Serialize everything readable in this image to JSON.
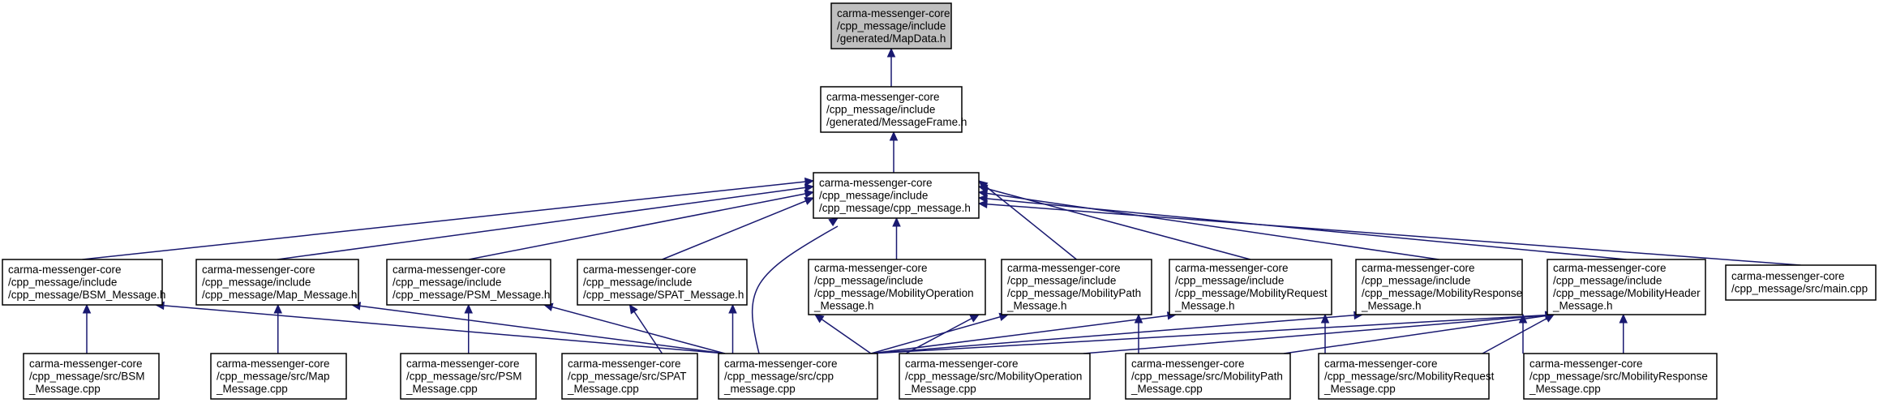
{
  "colors": {
    "edge": "#191970",
    "root_fill": "#bfbfbf",
    "node_fill": "#ffffff",
    "border": "#000000"
  },
  "nodes": [
    {
      "id": "mapdata",
      "name": "node-mapdata-h",
      "root": true,
      "lines": [
        "carma-messenger-core",
        "/cpp_message/include",
        "/generated/MapData.h"
      ]
    },
    {
      "id": "messageframe",
      "name": "node-messageframe-h",
      "lines": [
        "carma-messenger-core",
        "/cpp_message/include",
        "/generated/MessageFrame.h"
      ]
    },
    {
      "id": "cpp_message_h",
      "name": "node-cpp-message-h",
      "lines": [
        "carma-messenger-core",
        "/cpp_message/include",
        "/cpp_message/cpp_message.h"
      ]
    },
    {
      "id": "bsm_h",
      "name": "node-bsm-message-h",
      "lines": [
        "carma-messenger-core",
        "/cpp_message/include",
        "/cpp_message/BSM_Message.h"
      ]
    },
    {
      "id": "map_h",
      "name": "node-map-message-h",
      "lines": [
        "carma-messenger-core",
        "/cpp_message/include",
        "/cpp_message/Map_Message.h"
      ]
    },
    {
      "id": "psm_h",
      "name": "node-psm-message-h",
      "lines": [
        "carma-messenger-core",
        "/cpp_message/include",
        "/cpp_message/PSM_Message.h"
      ]
    },
    {
      "id": "spat_h",
      "name": "node-spat-message-h",
      "lines": [
        "carma-messenger-core",
        "/cpp_message/include",
        "/cpp_message/SPAT_Message.h"
      ]
    },
    {
      "id": "mobop_h",
      "name": "node-mobility-operation-message-h",
      "lines": [
        "carma-messenger-core",
        "/cpp_message/include",
        "/cpp_message/MobilityOperation",
        "_Message.h"
      ]
    },
    {
      "id": "mobpath_h",
      "name": "node-mobility-path-message-h",
      "lines": [
        "carma-messenger-core",
        "/cpp_message/include",
        "/cpp_message/MobilityPath",
        "_Message.h"
      ]
    },
    {
      "id": "mobreq_h",
      "name": "node-mobility-request-message-h",
      "lines": [
        "carma-messenger-core",
        "/cpp_message/include",
        "/cpp_message/MobilityRequest",
        "_Message.h"
      ]
    },
    {
      "id": "mobresp_h",
      "name": "node-mobility-response-message-h",
      "lines": [
        "carma-messenger-core",
        "/cpp_message/include",
        "/cpp_message/MobilityResponse",
        "_Message.h"
      ]
    },
    {
      "id": "mobhdr_h",
      "name": "node-mobility-header-message-h",
      "lines": [
        "carma-messenger-core",
        "/cpp_message/include",
        "/cpp_message/MobilityHeader",
        "_Message.h"
      ]
    },
    {
      "id": "main_cpp",
      "name": "node-main-cpp",
      "lines": [
        "carma-messenger-core",
        "/cpp_message/src/main.cpp"
      ]
    },
    {
      "id": "bsm_cpp",
      "name": "node-bsm-message-cpp",
      "lines": [
        "carma-messenger-core",
        "/cpp_message/src/BSM",
        "_Message.cpp"
      ]
    },
    {
      "id": "map_cpp",
      "name": "node-map-message-cpp",
      "lines": [
        "carma-messenger-core",
        "/cpp_message/src/Map",
        "_Message.cpp"
      ]
    },
    {
      "id": "psm_cpp",
      "name": "node-psm-message-cpp",
      "lines": [
        "carma-messenger-core",
        "/cpp_message/src/PSM",
        "_Message.cpp"
      ]
    },
    {
      "id": "spat_cpp",
      "name": "node-spat-message-cpp",
      "lines": [
        "carma-messenger-core",
        "/cpp_message/src/SPAT",
        "_Message.cpp"
      ]
    },
    {
      "id": "cpp_message_cpp",
      "name": "node-cpp-message-cpp",
      "lines": [
        "carma-messenger-core",
        "/cpp_message/src/cpp",
        "_message.cpp"
      ]
    },
    {
      "id": "mobop_cpp",
      "name": "node-mobility-operation-message-cpp",
      "lines": [
        "carma-messenger-core",
        "/cpp_message/src/MobilityOperation",
        "_Message.cpp"
      ]
    },
    {
      "id": "mobpath_cpp",
      "name": "node-mobility-path-message-cpp",
      "lines": [
        "carma-messenger-core",
        "/cpp_message/src/MobilityPath",
        "_Message.cpp"
      ]
    },
    {
      "id": "mobreq_cpp",
      "name": "node-mobility-request-message-cpp",
      "lines": [
        "carma-messenger-core",
        "/cpp_message/src/MobilityRequest",
        "_Message.cpp"
      ]
    },
    {
      "id": "mobresp_cpp",
      "name": "node-mobility-response-message-cpp",
      "lines": [
        "carma-messenger-core",
        "/cpp_message/src/MobilityResponse",
        "_Message.cpp"
      ]
    }
  ],
  "edges": [
    {
      "from": "messageframe",
      "to": "mapdata"
    },
    {
      "from": "cpp_message_h",
      "to": "messageframe"
    },
    {
      "from": "bsm_h",
      "to": "cpp_message_h"
    },
    {
      "from": "map_h",
      "to": "cpp_message_h"
    },
    {
      "from": "psm_h",
      "to": "cpp_message_h"
    },
    {
      "from": "spat_h",
      "to": "cpp_message_h"
    },
    {
      "from": "cpp_message_cpp",
      "to": "cpp_message_h"
    },
    {
      "from": "mobop_h",
      "to": "cpp_message_h"
    },
    {
      "from": "mobpath_h",
      "to": "cpp_message_h"
    },
    {
      "from": "mobreq_h",
      "to": "cpp_message_h"
    },
    {
      "from": "mobresp_h",
      "to": "cpp_message_h"
    },
    {
      "from": "mobhdr_h",
      "to": "cpp_message_h"
    },
    {
      "from": "main_cpp",
      "to": "cpp_message_h"
    },
    {
      "from": "bsm_cpp",
      "to": "bsm_h"
    },
    {
      "from": "cpp_message_cpp",
      "to": "bsm_h"
    },
    {
      "from": "map_cpp",
      "to": "map_h"
    },
    {
      "from": "cpp_message_cpp",
      "to": "map_h"
    },
    {
      "from": "psm_cpp",
      "to": "psm_h"
    },
    {
      "from": "cpp_message_cpp",
      "to": "psm_h"
    },
    {
      "from": "spat_cpp",
      "to": "spat_h"
    },
    {
      "from": "cpp_message_cpp",
      "to": "spat_h"
    },
    {
      "from": "cpp_message_cpp",
      "to": "mobop_h"
    },
    {
      "from": "mobop_cpp",
      "to": "mobop_h"
    },
    {
      "from": "cpp_message_cpp",
      "to": "mobpath_h"
    },
    {
      "from": "mobpath_cpp",
      "to": "mobpath_h"
    },
    {
      "from": "cpp_message_cpp",
      "to": "mobreq_h"
    },
    {
      "from": "mobreq_cpp",
      "to": "mobreq_h"
    },
    {
      "from": "cpp_message_cpp",
      "to": "mobresp_h"
    },
    {
      "from": "mobresp_cpp",
      "to": "mobresp_h"
    },
    {
      "from": "cpp_message_cpp",
      "to": "mobhdr_h"
    },
    {
      "from": "mobop_cpp",
      "to": "mobhdr_h"
    },
    {
      "from": "mobpath_cpp",
      "to": "mobhdr_h"
    },
    {
      "from": "mobreq_cpp",
      "to": "mobhdr_h"
    },
    {
      "from": "mobresp_cpp",
      "to": "mobhdr_h"
    }
  ]
}
